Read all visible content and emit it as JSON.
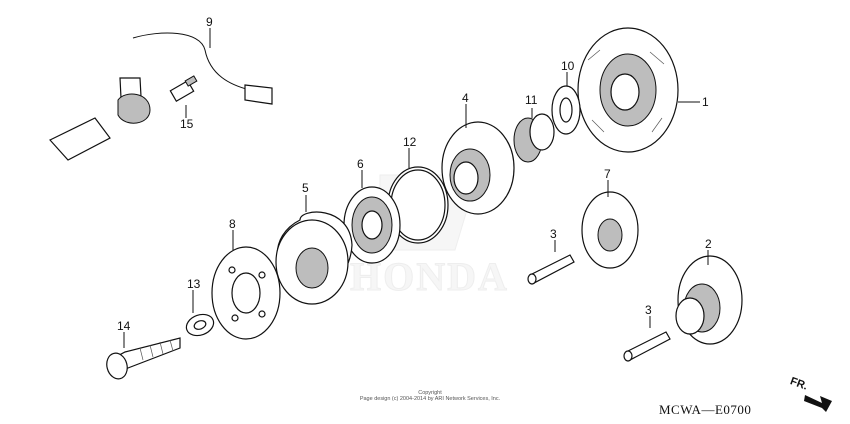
{
  "callouts": [
    {
      "id": "1",
      "label": "1"
    },
    {
      "id": "2",
      "label": "2"
    },
    {
      "id": "3a",
      "label": "3"
    },
    {
      "id": "3b",
      "label": "3"
    },
    {
      "id": "4",
      "label": "4"
    },
    {
      "id": "5",
      "label": "5"
    },
    {
      "id": "6",
      "label": "6"
    },
    {
      "id": "7",
      "label": "7"
    },
    {
      "id": "8",
      "label": "8"
    },
    {
      "id": "9",
      "label": "9"
    },
    {
      "id": "10",
      "label": "10"
    },
    {
      "id": "11",
      "label": "11"
    },
    {
      "id": "12",
      "label": "12"
    },
    {
      "id": "13",
      "label": "13"
    },
    {
      "id": "14",
      "label": "14"
    },
    {
      "id": "15",
      "label": "15"
    }
  ],
  "diagram_code": "MCWA—E0700",
  "copyright_line1": "Copyright",
  "copyright_line2": "Page design (c) 2004-2014 by ARI Network Services, Inc.",
  "watermark_text": "HONDA",
  "direction_label": "FR."
}
